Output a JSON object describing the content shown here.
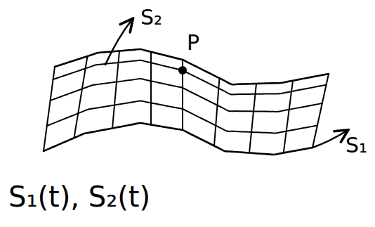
{
  "diagram": {
    "labels": [
      "S₂",
      "P",
      "S₁",
      "S₁(t), S₂(t)"
    ]
  }
}
